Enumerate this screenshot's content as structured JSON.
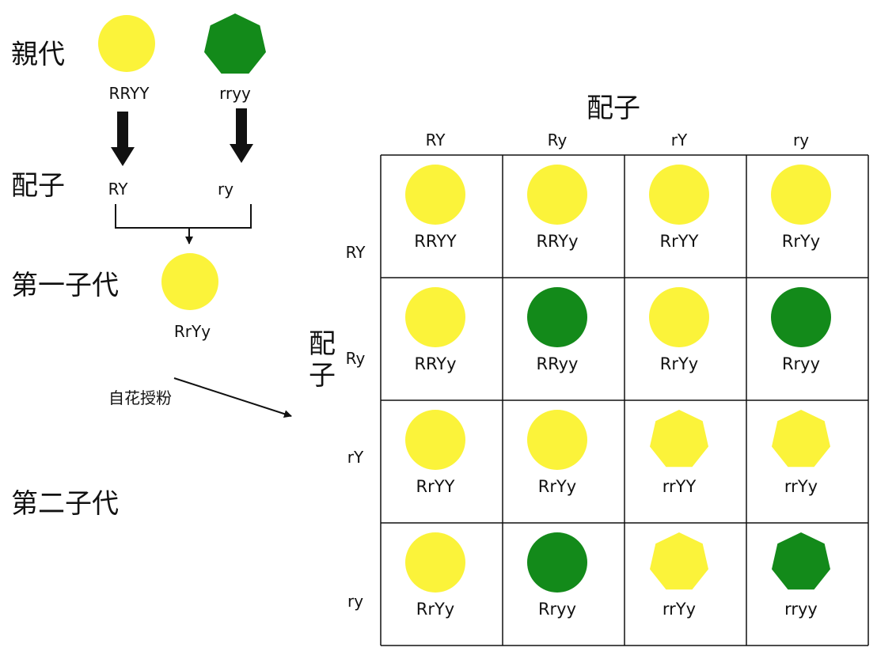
{
  "colors": {
    "yellow": "#fbf33a",
    "green": "#138a1a",
    "line": "#111111"
  },
  "left": {
    "parent_label": "親代",
    "gamete_label": "配子",
    "f1_label": "第一子代",
    "f2_label": "第二子代",
    "cross_label": "自花授粉",
    "parent1": {
      "genotype": "RRYY",
      "color": "yellow",
      "shape": "round"
    },
    "parent2": {
      "genotype": "rryy",
      "color": "green",
      "shape": "wrinkled"
    },
    "gamete1": "RY",
    "gamete2": "ry",
    "f1": {
      "genotype": "RrYy",
      "color": "yellow",
      "shape": "round"
    }
  },
  "grid": {
    "top_title": "配子",
    "side_title_1": "配",
    "side_title_2": "子",
    "col_headers": [
      "RY",
      "Ry",
      "rY",
      "ry"
    ],
    "row_headers": [
      "RY",
      "Ry",
      "rY",
      "ry"
    ],
    "cells": [
      [
        {
          "genotype": "RRYY",
          "color": "yellow",
          "shape": "round"
        },
        {
          "genotype": "RRYy",
          "color": "yellow",
          "shape": "round"
        },
        {
          "genotype": "RrYY",
          "color": "yellow",
          "shape": "round"
        },
        {
          "genotype": "RrYy",
          "color": "yellow",
          "shape": "round"
        }
      ],
      [
        {
          "genotype": "RRYy",
          "color": "yellow",
          "shape": "round"
        },
        {
          "genotype": "RRyy",
          "color": "green",
          "shape": "round"
        },
        {
          "genotype": "RrYy",
          "color": "yellow",
          "shape": "round"
        },
        {
          "genotype": "Rryy",
          "color": "green",
          "shape": "round"
        }
      ],
      [
        {
          "genotype": "RrYY",
          "color": "yellow",
          "shape": "round"
        },
        {
          "genotype": "RrYy",
          "color": "yellow",
          "shape": "round"
        },
        {
          "genotype": "rrYY",
          "color": "yellow",
          "shape": "wrinkled"
        },
        {
          "genotype": "rrYy",
          "color": "yellow",
          "shape": "wrinkled"
        }
      ],
      [
        {
          "genotype": "RrYy",
          "color": "yellow",
          "shape": "round"
        },
        {
          "genotype": "Rryy",
          "color": "green",
          "shape": "round"
        },
        {
          "genotype": "rrYy",
          "color": "yellow",
          "shape": "wrinkled"
        },
        {
          "genotype": "rryy",
          "color": "green",
          "shape": "wrinkled"
        }
      ]
    ]
  }
}
